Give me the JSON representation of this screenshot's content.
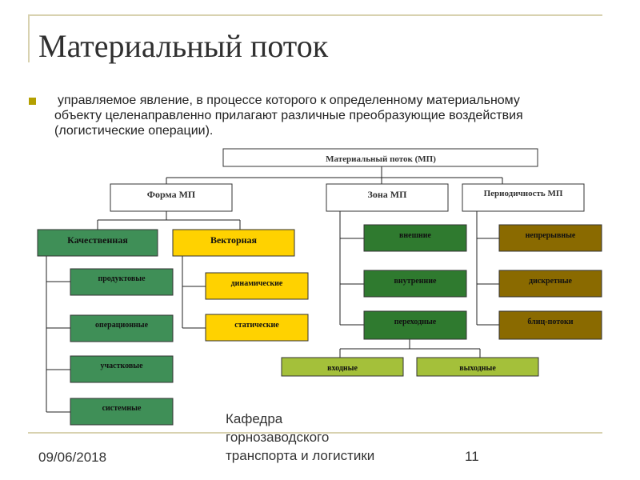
{
  "slide": {
    "title": "Материальный поток",
    "definition_lines": [
      "управляемое явление, в процессе которого к определенному материальному",
      "объекту целенаправленно прилагают различные преобразующие воздействия",
      "(логистические операции)."
    ],
    "footer": {
      "date": "09/06/2018",
      "department_lines": [
        "Кафедра",
        "горнозаводского",
        "транспорта и логистики"
      ],
      "page_number": "11"
    }
  },
  "colors": {
    "accent_rule": "#d8d2b0",
    "bullet": "#b4a000",
    "green": "#3f8f57",
    "yellow": "#ffd200",
    "dark_olive": "#2f7a2f",
    "brown": "#8a6a00",
    "light_olive": "#a4c03a"
  },
  "diagram": {
    "root": "Материальный поток (МП)",
    "categories": {
      "form": "Форма МП",
      "zone": "Зона МП",
      "periodicity": "Периодичность МП"
    },
    "form_types": {
      "qualitative": "Качественная",
      "vector": "Векторная"
    },
    "qualitative_items": [
      "продуктовые",
      "операционные",
      "участковые",
      "системные"
    ],
    "vector_items": [
      "динамические",
      "статические"
    ],
    "zone_items": [
      "внешние",
      "внутренние",
      "переходные"
    ],
    "transition_items": [
      "входные",
      "выходные"
    ],
    "periodicity_items": [
      "непрерывные",
      "дискретные",
      "блиц-потоки"
    ]
  }
}
